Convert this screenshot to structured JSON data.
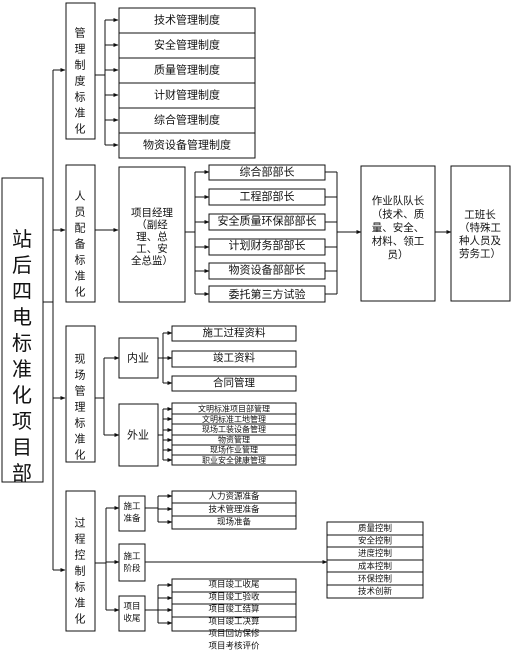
{
  "root": "站后四电标准化项目部",
  "management": {
    "label": "管理制度标准化",
    "items": [
      "技术管理制度",
      "安全管理制度",
      "质量管理制度",
      "计财管理制度",
      "综合管理制度",
      "物资设备管理制度"
    ]
  },
  "personnel": {
    "label": "人员配备标准化",
    "manager": [
      "项目经理",
      "（副经",
      "理、总",
      "工、安",
      "全总监）"
    ],
    "departments": [
      "综合部部长",
      "工程部部长",
      "安全质量环保部部长",
      "计划财务部部长",
      "物资设备部部长",
      "委托第三方试验"
    ],
    "team_leader": [
      "作业队队长",
      "（技术、质",
      "量、安全、",
      "材料、领工",
      "员）"
    ],
    "foreman": [
      "工班长",
      "（特殊工",
      "种人员及",
      "劳务工）"
    ]
  },
  "site": {
    "label": "现场管理标准化",
    "internal": {
      "label": "内业",
      "items": [
        "施工过程资料",
        "竣工资料",
        "合同管理"
      ]
    },
    "external": {
      "label": "外业",
      "items": [
        "文明标准项目部管理",
        "文明标准工地管理",
        "现场工装设备管理",
        "物资管理",
        "现场作业管理",
        "职业安全健康管理"
      ]
    }
  },
  "process": {
    "label": "过程控制标准化",
    "prep": {
      "label": [
        "施工",
        "准备"
      ],
      "items": [
        "人力资源准备",
        "技术管理准备",
        "现场准备"
      ]
    },
    "stage": {
      "label": [
        "施工",
        "阶段"
      ],
      "items": [
        "质量控制",
        "安全控制",
        "进度控制",
        "成本控制",
        "环保控制",
        "技术创新"
      ]
    },
    "closeout": {
      "label": [
        "项目",
        "收尾"
      ],
      "items": [
        "项目竣工收尾",
        "项目竣工验收",
        "项目竣工结算",
        "项目竣工决算",
        "项目回访保修",
        "项目考核评价"
      ]
    }
  }
}
